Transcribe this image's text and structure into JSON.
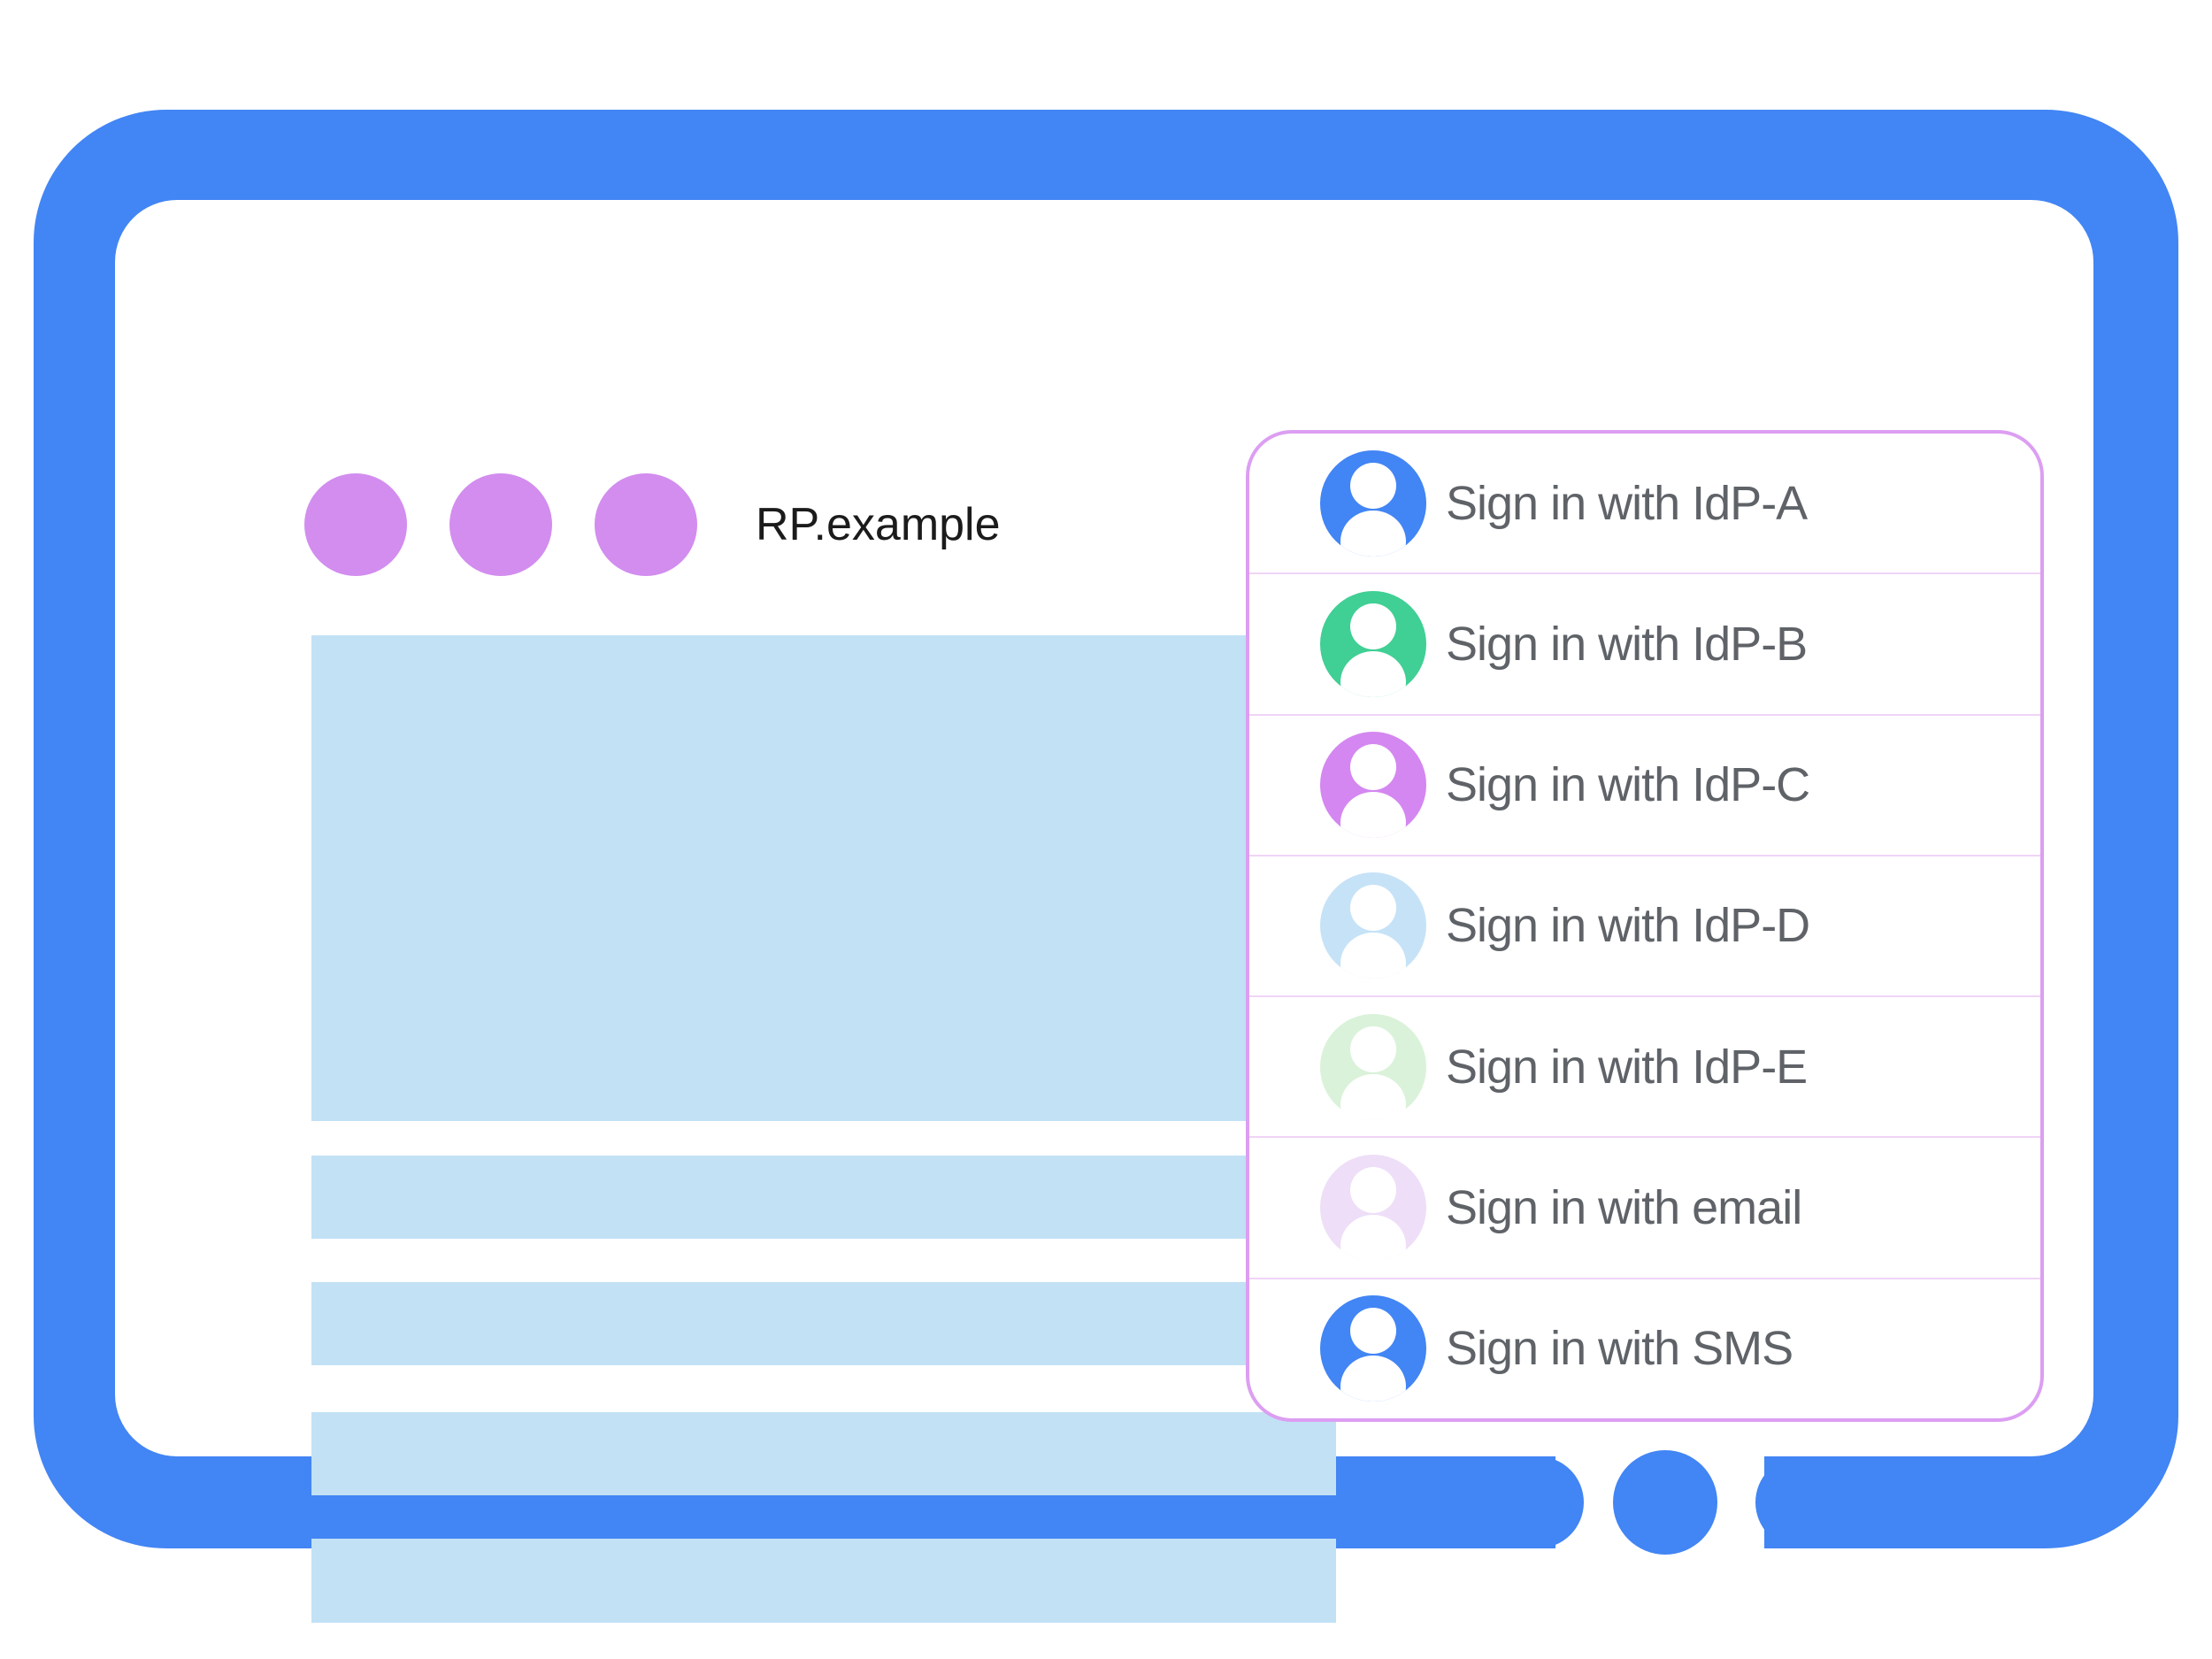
{
  "window": {
    "site_label": "RP.example"
  },
  "dialog": {
    "options": [
      {
        "id": "idp-a",
        "label": "Sign in with IdP-A",
        "avatar_color": "#4285f4"
      },
      {
        "id": "idp-b",
        "label": "Sign in with IdP-B",
        "avatar_color": "#40cf94"
      },
      {
        "id": "idp-c",
        "label": "Sign in with IdP-C",
        "avatar_color": "#d487f0"
      },
      {
        "id": "idp-d",
        "label": "Sign in with IdP-D",
        "avatar_color": "#c6e2f7"
      },
      {
        "id": "idp-e",
        "label": "Sign in with IdP-E",
        "avatar_color": "#daf2da"
      },
      {
        "id": "email",
        "label": "Sign in with email",
        "avatar_color": "#eedef8"
      },
      {
        "id": "sms",
        "label": "Sign in with SMS",
        "avatar_color": "#4285f4"
      }
    ]
  },
  "colors": {
    "frame_blue": "#4285f4",
    "dot_purple": "#d28def",
    "placeholder_blue": "#c2e1f5",
    "dialog_border_pink": "#dc9ef2",
    "divider_pink": "#f0d4f7",
    "label_gray": "#5f6368",
    "title_black": "#1b1b1b",
    "silhouette_white": "#ffffff"
  }
}
